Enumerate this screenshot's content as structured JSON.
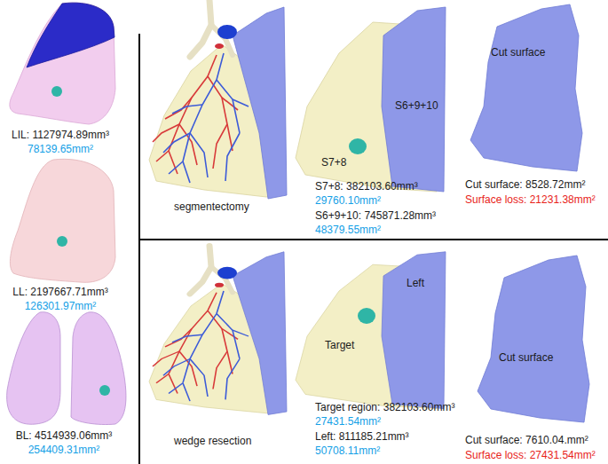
{
  "diagram": {
    "labels": [
      "LIL: 1127974.89mm³",
      "78139.65mm²",
      "LL: 2197667.71mm³",
      "126301.97mm²",
      "BL: 4514939.06mm³",
      "254409.31mm²",
      "segmentectomy",
      "S6+9+10",
      "S7+8",
      "S7+8: 382103.60mm³",
      "29760.10mm²",
      "S6+9+10: 745871.28mm³",
      "48379.55mm²",
      "Cut surface",
      "Cut surface: 8528.72mm²",
      "Surface loss: 21231.38mm²",
      "wedge resection",
      "Left",
      "Target",
      "Target region: 382103.60mm³",
      "27431.54mm²",
      "Left: 811185.21mm³",
      "50708.11mm²",
      "Cut surface",
      "Cut surface: 7610.04.mm²",
      "Surface loss: 27431.54mm²"
    ]
  }
}
